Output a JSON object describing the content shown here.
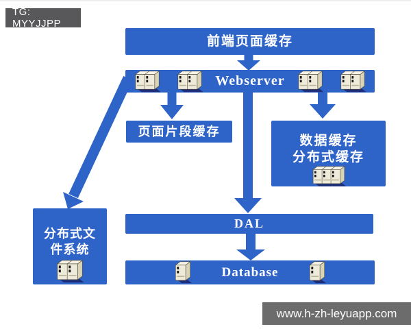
{
  "badge": {
    "label": "TG: MYYJJPP"
  },
  "watermark": {
    "label": "www.h-zh-leyuapp.com"
  },
  "diagram": {
    "front_page_cache": {
      "label": "前端页面缓存"
    },
    "webserver": {
      "label": "Webserver"
    },
    "page_fragment_cache": {
      "label": "页面片段缓存"
    },
    "data_cache": {
      "line1": "数据缓存",
      "line2": "分布式缓存"
    },
    "distributed_file_system": {
      "line1": "分布式文",
      "line2": "件系统"
    },
    "dal": {
      "label": "DAL"
    },
    "database": {
      "label": "Database"
    }
  },
  "icons": {
    "server_icon": "server-tower"
  },
  "colors": {
    "box_blue": "#2e63c8",
    "badge_gray": "#58585a",
    "watermark_gray": "#6c6c6c",
    "text_white": "#ffffff"
  }
}
